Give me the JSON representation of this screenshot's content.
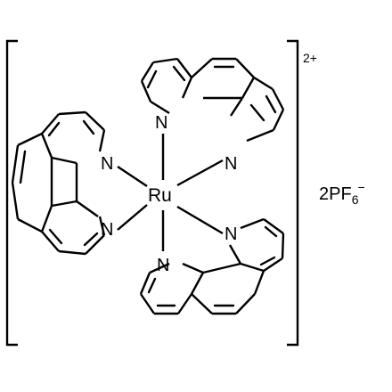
{
  "molecule": {
    "metal": "Ru",
    "donor_atom": "N",
    "charge": "2+",
    "counter_ion": {
      "coefficient_formula": "2PF",
      "subscript": "6",
      "superscript": "−"
    }
  }
}
